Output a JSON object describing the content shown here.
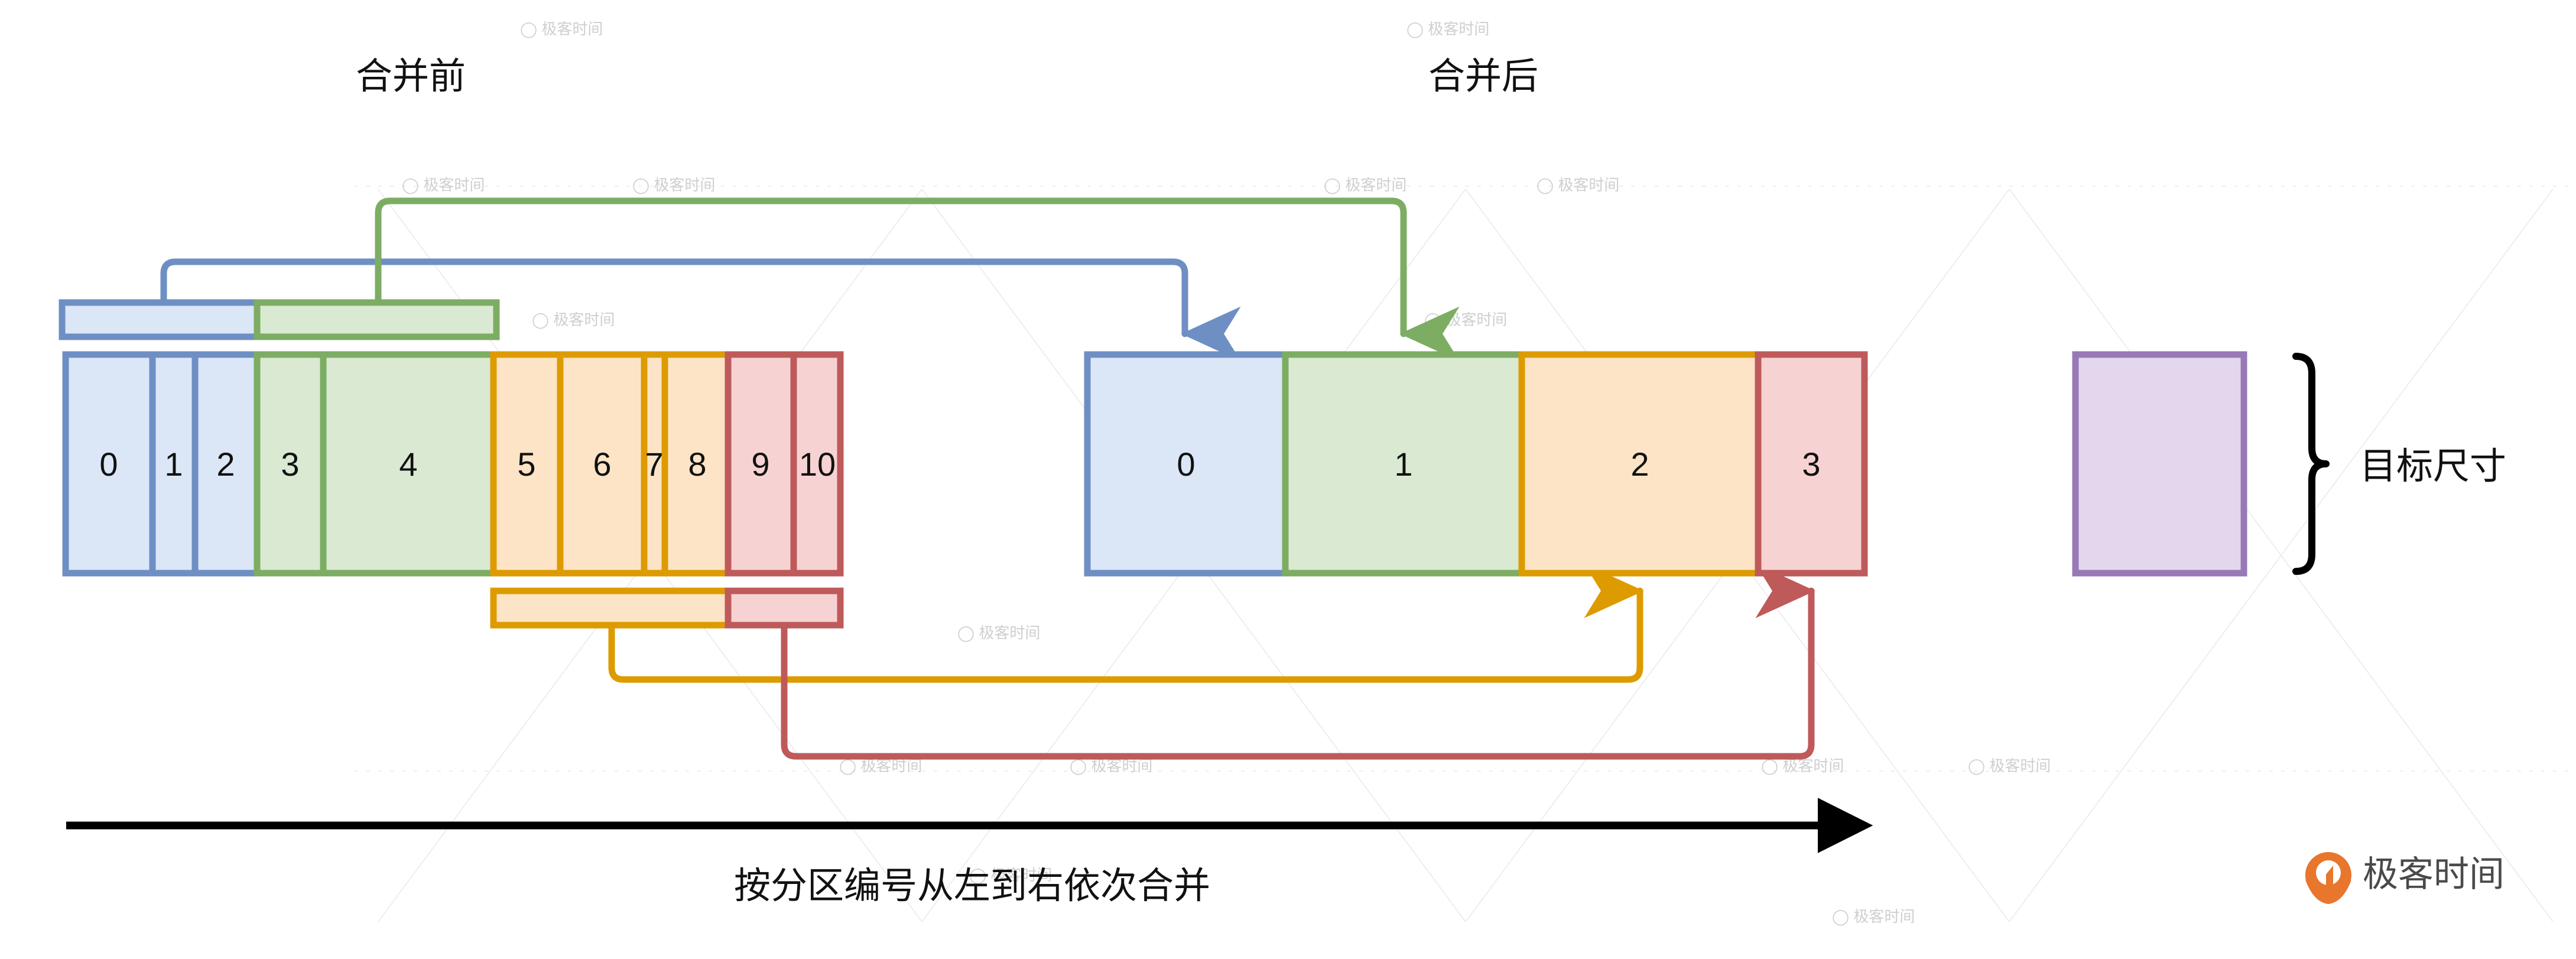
{
  "titles": {
    "before": "合并前",
    "after": "合并后",
    "target_size": "目标尺寸",
    "bottom_caption": "按分区编号从左到右依次合并"
  },
  "colors": {
    "blue_stroke": "#6e8fc4",
    "blue_fill": "#dbe6f7",
    "green_stroke": "#7cad63",
    "green_fill": "#d9e9d2",
    "orange_stroke": "#dd9b00",
    "orange_fill": "#fde4c6",
    "red_stroke": "#bf5a5a",
    "red_fill": "#f6d3d2",
    "purple_stroke": "#9878b6",
    "purple_fill": "#e2d7ec",
    "arrow_black": "#000000",
    "brand_orange": "#e8762c",
    "brand_text": "#4a4a4a",
    "watermark": "#d8d8d8"
  },
  "before": {
    "label": "合并前",
    "groups": [
      {
        "name": "blue",
        "partitions": [
          "0",
          "1",
          "2"
        ]
      },
      {
        "name": "green",
        "partitions": [
          "3",
          "4"
        ]
      },
      {
        "name": "orange",
        "partitions": [
          "5",
          "6",
          "7",
          "8"
        ]
      },
      {
        "name": "red",
        "partitions": [
          "9",
          "10"
        ]
      }
    ],
    "partitions": [
      "0",
      "1",
      "2",
      "3",
      "4",
      "5",
      "6",
      "7",
      "8",
      "9",
      "10"
    ],
    "partition_count": 11
  },
  "after": {
    "label": "合并后",
    "partitions": [
      "0",
      "1",
      "2",
      "3"
    ],
    "partition_count": 4
  },
  "group_summary_bars": {
    "top": [
      {
        "name": "blue-summary-bar"
      },
      {
        "name": "green-summary-bar"
      }
    ],
    "bottom": [
      {
        "name": "orange-summary-bar"
      },
      {
        "name": "red-summary-bar"
      }
    ]
  },
  "target": {
    "label": "目标尺寸",
    "box_name": "target-size-box"
  },
  "bottom": {
    "caption": "按分区编号从左到右依次合并",
    "arrow": "right-arrow"
  },
  "brand": {
    "name": "极客时间",
    "watermark": "极客时间"
  }
}
